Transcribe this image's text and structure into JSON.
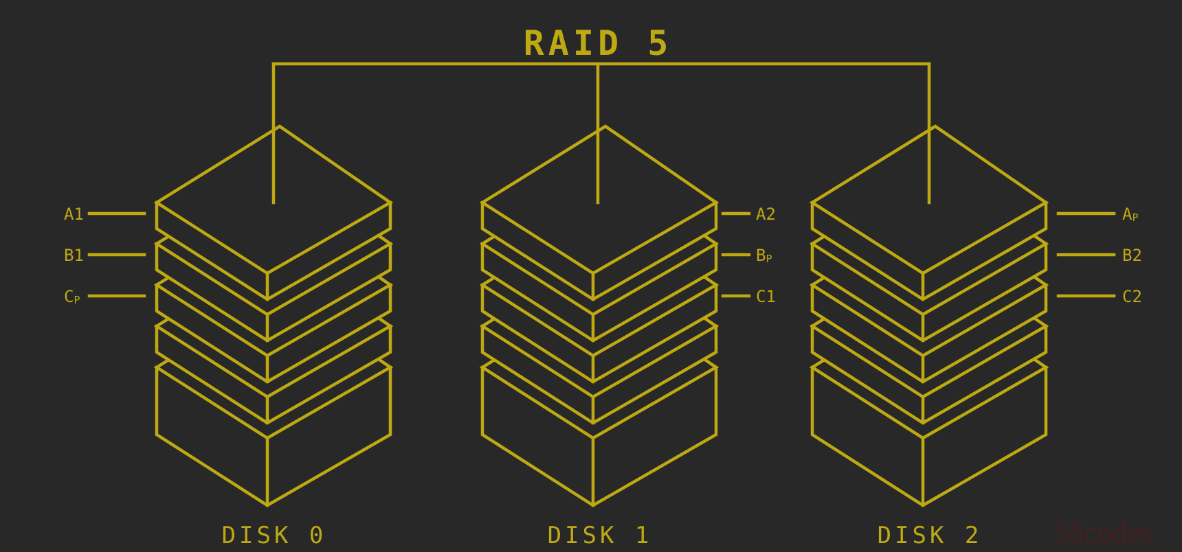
{
  "title": "RAID 5",
  "colors": {
    "accent": "#bea913",
    "background": "#282828",
    "watermark": "#4a1e22"
  },
  "disks": [
    {
      "label": "DISK 0",
      "blocks": [
        {
          "main": "A",
          "sub": "",
          "num": "1"
        },
        {
          "main": "B",
          "sub": "",
          "num": "1"
        },
        {
          "main": "C",
          "sub": "P",
          "num": ""
        }
      ]
    },
    {
      "label": "DISK 1",
      "blocks": [
        {
          "main": "A",
          "sub": "",
          "num": "2"
        },
        {
          "main": "B",
          "sub": "P",
          "num": ""
        },
        {
          "main": "C",
          "sub": "",
          "num": "1"
        }
      ]
    },
    {
      "label": "DISK 2",
      "blocks": [
        {
          "main": "A",
          "sub": "P",
          "num": ""
        },
        {
          "main": "B",
          "sub": "",
          "num": "2"
        },
        {
          "main": "C",
          "sub": "",
          "num": "2"
        }
      ]
    }
  ],
  "watermark": "58codes"
}
